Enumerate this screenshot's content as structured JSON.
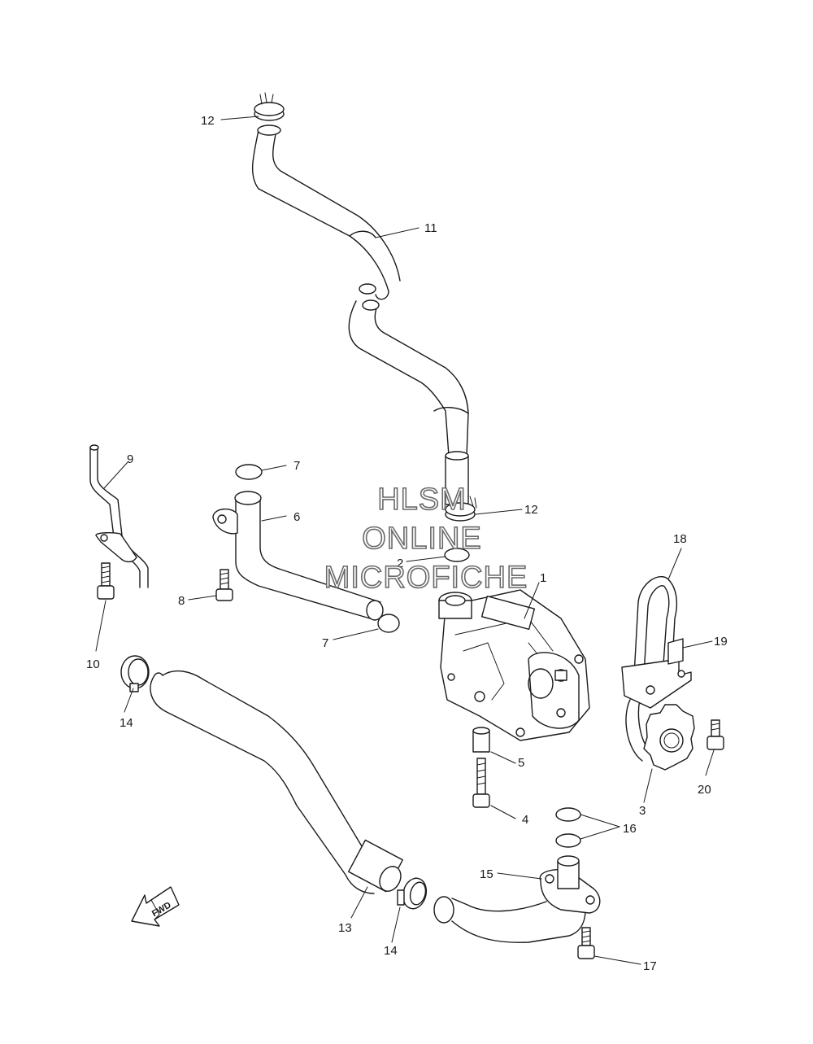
{
  "watermark": {
    "line1": "HLSM",
    "line2": "ONLINE",
    "line3": "MICROFICHE"
  },
  "direction_arrow": "FWD",
  "callouts": {
    "c1": "1",
    "c2": "2",
    "c3": "3",
    "c4": "4",
    "c5": "5",
    "c6": "6",
    "c7a": "7",
    "c7b": "7",
    "c8": "8",
    "c9": "9",
    "c10": "10",
    "c11": "11",
    "c12a": "12",
    "c12b": "12",
    "c13": "13",
    "c14a": "14",
    "c14b": "14",
    "c15": "15",
    "c16": "16",
    "c17": "17",
    "c18": "18",
    "c19": "19",
    "c20": "20"
  }
}
